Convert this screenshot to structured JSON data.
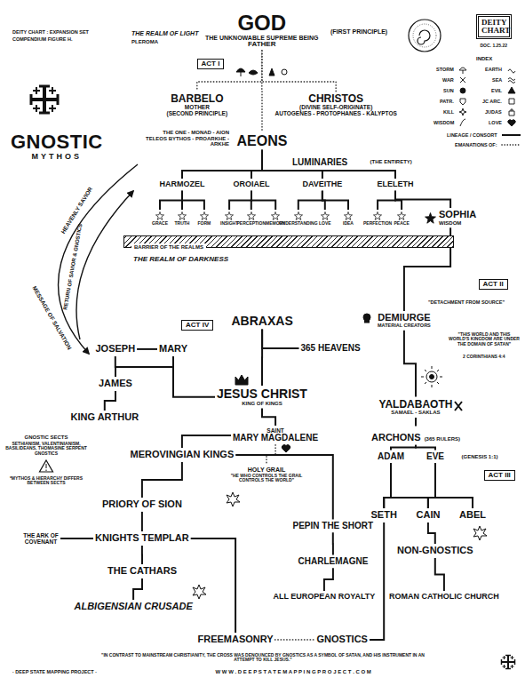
{
  "diagram": {
    "title": "GNOSTIC",
    "nodes": [
      {
        "text": [
          "GOD",
          "THE UNKNOWABLE SUPREME BEING",
          "FATHER"
        ]
      },
      {
        "text": [
          "DEITY CHART"
        ]
      },
      {
        "text": [
          "ACT I"
        ]
      },
      {
        "text": [
          "BARBELO",
          "MOTHER",
          "(SECOND PRINCIPLE)"
        ]
      },
      {
        "text": [
          "CHRISTOS",
          "(DIVINE SELF-ORIGINATE)",
          "AUTOGENES - PROTOPHANES - KALYPTOS"
        ]
      },
      {
        "text": [
          "AEONS"
        ]
      },
      {
        "text": [
          "HARMOZEL"
        ]
      },
      {
        "text": [
          "OROIAEL"
        ]
      },
      {
        "text": [
          "DAVEITHE"
        ]
      },
      {
        "text": [
          "ELELETH"
        ]
      },
      {
        "text": [
          "GRACE"
        ]
      },
      {
        "text": [
          "TRUTH"
        ]
      },
      {
        "text": [
          "FORM"
        ]
      },
      {
        "text": [
          "INSIGHT"
        ]
      },
      {
        "text": [
          "PERCEPTION"
        ]
      },
      {
        "text": [
          "MEMORY"
        ]
      },
      {
        "text": [
          "UNDERSTANDING"
        ]
      },
      {
        "text": [
          "LOVE"
        ]
      },
      {
        "text": [
          "IDEA"
        ]
      },
      {
        "text": [
          "PERFECTION"
        ]
      },
      {
        "text": [
          "PEACE"
        ]
      },
      {
        "text": [
          "SOPHIA",
          "WISDOM"
        ]
      },
      {
        "text": [
          "BARRIER OF THE REALMS"
        ]
      },
      {
        "text": [
          "ACT II"
        ]
      },
      {
        "text": [
          "ABRAXAS"
        ]
      },
      {
        "text": [
          "DEMIURGE",
          "MATERIAL CREATORS"
        ]
      },
      {
        "text": [
          "ACT IV"
        ]
      },
      {
        "text": [
          "JOSEPH"
        ]
      },
      {
        "text": [
          "MARY"
        ]
      },
      {
        "text": [
          "365 HEAVENS"
        ]
      },
      {
        "text": [
          "JAMES"
        ]
      },
      {
        "text": [
          "JESUS CHRIST",
          "KING OF KINGS"
        ]
      },
      {
        "text": [
          "YALDABAOTH",
          "SAMAEL - SAKLAS"
        ]
      },
      {
        "text": [
          "KING ARTHUR"
        ]
      },
      {
        "text": [
          "SAINT",
          "MARY MAGDALENE"
        ]
      },
      {
        "text": [
          "ARCHONS",
          "(365 RULERS)"
        ]
      },
      {
        "text": [
          "MEROVINGIAN KINGS"
        ]
      },
      {
        "text": [
          "ADAM"
        ]
      },
      {
        "text": [
          "EVE"
        ]
      },
      {
        "text": [
          "ACT III"
        ]
      },
      {
        "text": [
          "HOLY GRAIL",
          "\"HE WHO CONTROLS THE GRAIL CONTROLS THE WORLD\""
        ]
      },
      {
        "text": [
          "PRIORY OF SION"
        ]
      },
      {
        "text": [
          "SETH"
        ]
      },
      {
        "text": [
          "CAIN"
        ]
      },
      {
        "text": [
          "ABEL"
        ]
      },
      {
        "text": [
          "PEPIN THE SHORT"
        ]
      },
      {
        "text": [
          "THE ARK OF COVENANT"
        ]
      },
      {
        "text": [
          "KNIGHTS TEMPLAR"
        ]
      },
      {
        "text": [
          "NON-GNOSTICS"
        ]
      },
      {
        "text": [
          "CHARLEMAGNE"
        ]
      },
      {
        "text": [
          "THE CATHARS"
        ]
      },
      {
        "text": [
          "ROMAN CATHOLIC CHURCH"
        ]
      },
      {
        "text": [
          "ALL EUROPEAN ROYALTY"
        ]
      },
      {
        "text": [
          "ALBIGENSIAN CRUSADE"
        ]
      },
      {
        "text": [
          "FREEMASONRY"
        ]
      },
      {
        "text": [
          "GNOSTICS"
        ]
      }
    ],
    "edges": [
      {
        "from": 0,
        "to": 3,
        "arrow": "none"
      },
      {
        "from": 0,
        "to": 4,
        "arrow": "none"
      },
      {
        "from": 0,
        "to": 5,
        "arrow": "none"
      },
      {
        "from": 5,
        "to": 6,
        "arrow": "none"
      },
      {
        "from": 5,
        "to": 7,
        "arrow": "none"
      },
      {
        "from": 5,
        "to": 8,
        "arrow": "none"
      },
      {
        "from": 5,
        "to": 9,
        "arrow": "none"
      },
      {
        "from": 6,
        "to": 10,
        "arrow": "none"
      },
      {
        "from": 6,
        "to": 11,
        "arrow": "none"
      },
      {
        "from": 6,
        "to": 12,
        "arrow": "none"
      },
      {
        "from": 7,
        "to": 13,
        "arrow": "none"
      },
      {
        "from": 7,
        "to": 14,
        "arrow": "none"
      },
      {
        "from": 7,
        "to": 15,
        "arrow": "none"
      },
      {
        "from": 8,
        "to": 16,
        "arrow": "none"
      },
      {
        "from": 8,
        "to": 17,
        "arrow": "none"
      },
      {
        "from": 8,
        "to": 18,
        "arrow": "none"
      },
      {
        "from": 9,
        "to": 19,
        "arrow": "none"
      },
      {
        "from": 9,
        "to": 20,
        "arrow": "none"
      },
      {
        "from": 9,
        "to": 21,
        "arrow": "none"
      },
      {
        "from": 21,
        "to": 25,
        "arrow": "none"
      },
      {
        "from": 24,
        "to": 29,
        "arrow": "none"
      },
      {
        "from": 24,
        "to": 31,
        "arrow": "none"
      },
      {
        "from": 27,
        "to": 28,
        "arrow": "none"
      },
      {
        "from": 27,
        "to": 30,
        "arrow": "none"
      },
      {
        "from": 28,
        "to": 30,
        "arrow": "none"
      },
      {
        "from": 28,
        "to": 31,
        "arrow": "none"
      },
      {
        "from": 25,
        "to": 32,
        "arrow": "none"
      },
      {
        "from": 32,
        "to": 35,
        "arrow": "none"
      },
      {
        "from": 35,
        "to": 37,
        "arrow": "none"
      },
      {
        "from": 35,
        "to": 38,
        "arrow": "none"
      },
      {
        "from": 30,
        "to": 33,
        "arrow": "none"
      },
      {
        "from": 31,
        "to": 34,
        "arrow": "none"
      },
      {
        "from": 34,
        "to": 36,
        "arrow": "none"
      },
      {
        "from": 34,
        "to": 40,
        "arrow": "none"
      },
      {
        "from": 36,
        "to": 41,
        "arrow": "none"
      },
      {
        "from": 36,
        "to": 45,
        "arrow": "none"
      },
      {
        "from": 41,
        "to": 47,
        "arrow": "none"
      },
      {
        "from": 46,
        "to": 47,
        "arrow": "none"
      },
      {
        "from": 47,
        "to": 50,
        "arrow": "none"
      },
      {
        "from": 50,
        "to": 53,
        "arrow": "none"
      },
      {
        "from": 47,
        "to": 54,
        "arrow": "none"
      },
      {
        "from": 54,
        "to": 55,
        "arrow": "none"
      },
      {
        "from": 45,
        "to": 49,
        "arrow": "none"
      },
      {
        "from": 49,
        "to": 52,
        "arrow": "none"
      },
      {
        "from": 37,
        "to": 42,
        "arrow": "none"
      },
      {
        "from": 37,
        "to": 43,
        "arrow": "none"
      },
      {
        "from": 37,
        "to": 44,
        "arrow": "none"
      },
      {
        "from": 38,
        "to": 42,
        "arrow": "none"
      },
      {
        "from": 38,
        "to": 43,
        "arrow": "none"
      },
      {
        "from": 38,
        "to": 44,
        "arrow": "none"
      },
      {
        "from": 43,
        "to": 48,
        "arrow": "none"
      },
      {
        "from": 48,
        "to": 51,
        "arrow": "none"
      },
      {
        "from": 42,
        "to": 55,
        "arrow": "none"
      }
    ],
    "labels": [
      "DEITY CHART : EXPANSION SET",
      "COMPENDIUM FIGURE H.",
      "THE REALM OF LIGHT",
      "PLEROMA",
      "(FIRST PRINCIPLE)",
      "DOC. 1.25.22",
      "INDEX",
      "MYTHOS",
      "THE ONE - MONAD - AION TELEOS BYTHOS - PROARKHE - ARKHE",
      "LUMINARIES",
      "(THE ENTIRETY)",
      "THE REALM OF DARKNESS",
      "\"DETACHMENT FROM SOURCE\"",
      "\"THIS WORLD AND THIS WORLD'S KINGDOM ARE UNDER THE DOMAIN OF SATAN\"",
      "2 CORINTHIANS 4:4",
      "HEAVENLY SAVIOR",
      "RETURN OF SAVIOR & GNOSTICS",
      "MESSAGE OF SALVATION",
      "GNOSTIC SECTS",
      "SETHIANISM, VALENTINIANISM, BASILIDEANS, THOMASINE SERPENT GNOSTICS",
      "*MYTHOS & HIERARCHY DIFFERS BETWEEN SECTS",
      "(GENESIS 1:1)",
      "\"IN CONTRAST TO MAINSTREAM CHRISTIANITY, THE CROSS WAS DENOUNCED BY GNOSTICS AS A SYMBOL OF SATAN, AND HIS INSTRUMENT IN AN ATTEMPT TO KILL JESUS.\"",
      "· DEEP STATE MAPPING PROJECT ·",
      "W W W . D E E P S T A T E M A P P I N G P R O J E C T . C O M"
    ],
    "legend": [
      {
        "text": "STORM"
      },
      {
        "text": "EARTH"
      },
      {
        "text": "WAR"
      },
      {
        "text": "SEA"
      },
      {
        "text": "SUN"
      },
      {
        "text": "EVIL"
      },
      {
        "text": "PATR."
      },
      {
        "text": "JC ARC."
      },
      {
        "text": "KILL"
      },
      {
        "text": "JUDAS"
      },
      {
        "text": "WISDOM"
      },
      {
        "text": "LOVE"
      },
      {
        "text": "LINEAGE / CONSORT"
      },
      {
        "text": "EMANATIONS OF:"
      }
    ]
  }
}
